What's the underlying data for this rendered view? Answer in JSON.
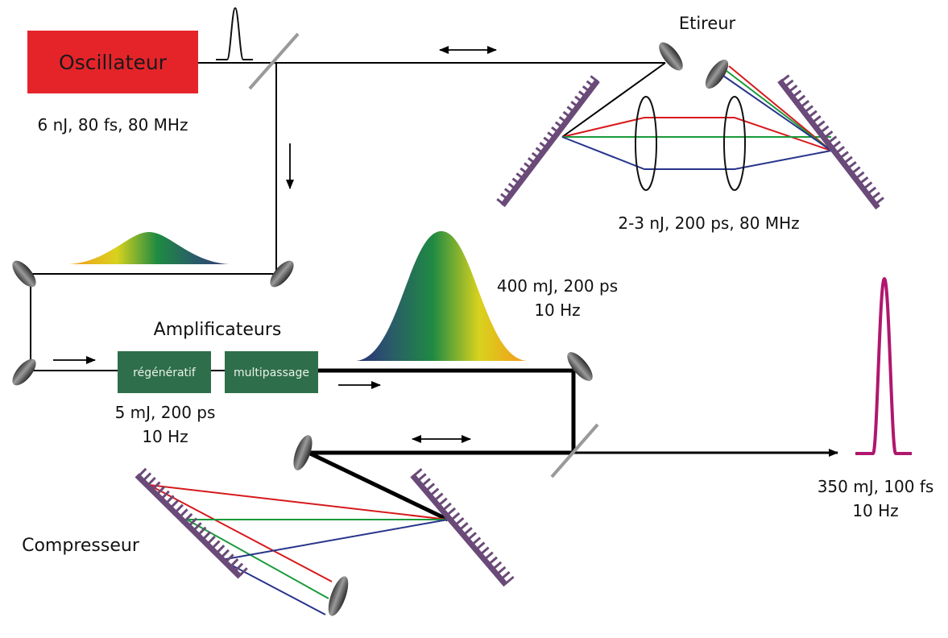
{
  "oscillator": {
    "label": "Oscillateur",
    "specs": "6 nJ, 80 fs, 80 MHz",
    "color": "#e5242a"
  },
  "stretcher": {
    "title": "Etireur",
    "specs": "2-3 nJ, 200 ps, 80 MHz"
  },
  "amplifiers": {
    "title": "Amplificateurs",
    "regen_label": "régénératif",
    "multipass_label": "multipassage",
    "box_color": "#2f6e4a",
    "regen_specs_line1": "5 mJ, 200 ps",
    "regen_specs_line2": "10 Hz",
    "multipass_specs_line1": "400 mJ, 200 ps",
    "multipass_specs_line2": "10 Hz"
  },
  "compressor": {
    "title": "Compresseur",
    "output_specs_line1": "350 mJ, 100 fs",
    "output_specs_line2": "10 Hz",
    "pulse_color": "#b0176e"
  },
  "beam_colors": {
    "red": "#d7191c",
    "green": "#1a9a3a",
    "blue": "#27348b",
    "grating": "#6a4a78"
  }
}
